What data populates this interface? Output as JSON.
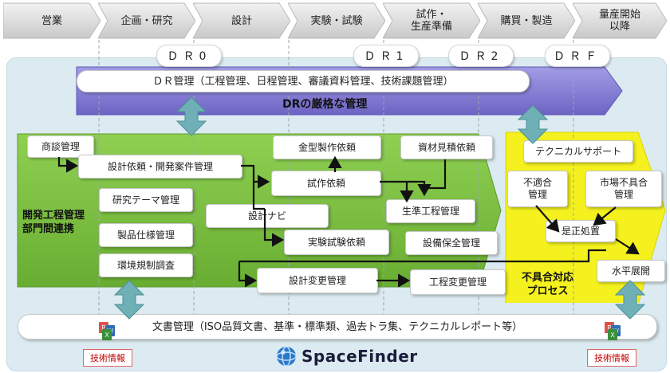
{
  "stages": [
    "営業",
    "企画・研究",
    "設計",
    "実験・試験",
    "試作・\n生産準備",
    "購買・製造",
    "量産開始\n以降"
  ],
  "milestones": [
    "ＤＲ0",
    "ＤＲ1",
    "ＤＲ2",
    "ＤＲＦ"
  ],
  "dr_band": {
    "title": "ＤＲ管理（工程管理、日程管理、審議資料管理、技術課題管理）",
    "subtitle": "DRの厳格な管理"
  },
  "dev_section": {
    "label": "開発工程管理\n部門間連携",
    "boxes": {
      "shodan": "商談管理",
      "sekkei_irai": "設計依頼・開発案件管理",
      "kenkyu_theme": "研究テーマ管理",
      "seihin_shiyo": "製品仕様管理",
      "kankyo": "環境規制調査",
      "sekkei_navi": "設計ナビ",
      "kanagata": "金型製作依頼",
      "shisaku": "試作依頼",
      "jikken": "実験試験依頼",
      "sekkei_henko": "設計変更管理",
      "shizai": "資材見積依頼",
      "seisan": "生準工程管理",
      "setsubi": "設備保全管理",
      "koutei_henko": "工程変更管理"
    }
  },
  "defect_section": {
    "label": "不具合対応\nプロセス",
    "boxes": {
      "tech_support": "テクニカルサポート",
      "futekigo": "不適合\n管理",
      "shijo_fuguai": "市場不具合\n管理",
      "zesei": "是正処置",
      "suihei": "水平展開"
    }
  },
  "doc_mgmt": "文書管理（ISO品質文書、基準・標準類、過去トラ集、テクニカルレポート等）",
  "tech_info_left": "技術情報",
  "tech_info_right": "技術情報",
  "product": "SpaceFinder",
  "colors": {
    "dr_purple": "#8b83d8",
    "dev_green": "#7dc242",
    "defect_yellow": "#f4f11e",
    "teal_arrow": "#6fb0b7",
    "bg_blue": "#d8eaf0"
  }
}
